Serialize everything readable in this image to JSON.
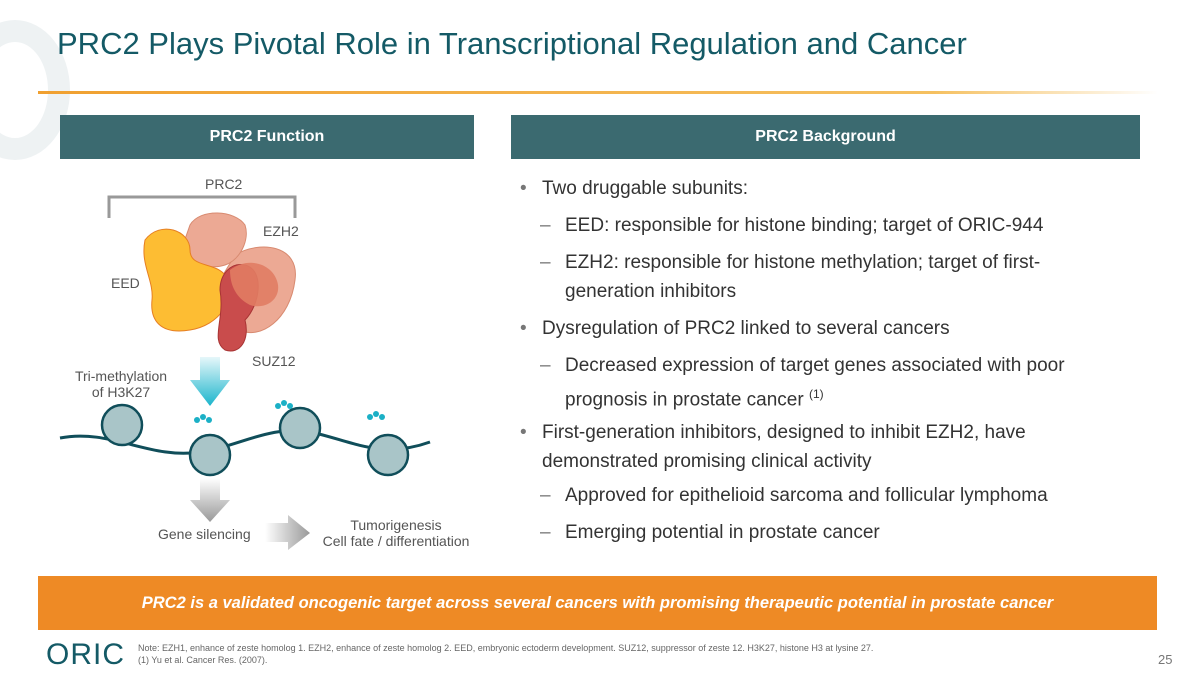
{
  "title": "PRC2 Plays Pivotal Role in Transcriptional Regulation and Cancer",
  "left_header": "PRC2 Function",
  "right_header": "PRC2 Background",
  "diagram": {
    "prc2": "PRC2",
    "ezh2": "EZH2",
    "eed": "EED",
    "suz12": "SUZ12",
    "trimeth1": "Tri-methylation",
    "trimeth2": "of H3K27",
    "gene_silencing": "Gene silencing",
    "outcome1": "Tumorigenesis",
    "outcome2": "Cell fate / differentiation"
  },
  "bullets": [
    {
      "marker": "•",
      "text": "Two druggable subunits:"
    },
    {
      "marker": "–",
      "text": "EED: responsible for histone binding; target of ORIC-944"
    },
    {
      "marker": "–",
      "text": "EZH2: responsible for histone methylation; target of first-",
      "text2": "generation inhibitors"
    },
    {
      "marker": "•",
      "text": "Dysregulation of PRC2 linked to several cancers"
    },
    {
      "marker": "–",
      "text": "Decreased expression of target genes associated with poor",
      "text2": "prognosis in prostate cancer",
      "sup": "(1)"
    },
    {
      "marker": "•",
      "text": "First-generation inhibitors, designed to inhibit EZH2, have",
      "text2": "demonstrated promising clinical activity"
    },
    {
      "marker": "–",
      "text": "Approved for epithelioid sarcoma and follicular lymphoma"
    },
    {
      "marker": "–",
      "text": "Emerging potential in prostate cancer"
    }
  ],
  "banner": "PRC2 is a validated oncogenic target across several cancers with promising therapeutic potential in prostate cancer",
  "note1": "Note:  EZH1, enhance of zeste homolog 1.  EZH2, enhance of zeste homolog 2.  EED, embryonic ectoderm development. SUZ12, suppressor of zeste 12.  H3K27, histone H3 at lysine 27.",
  "note2": "(1)  Yu et al. Cancer Res. (2007).",
  "logo": "ORIC",
  "page": "25"
}
